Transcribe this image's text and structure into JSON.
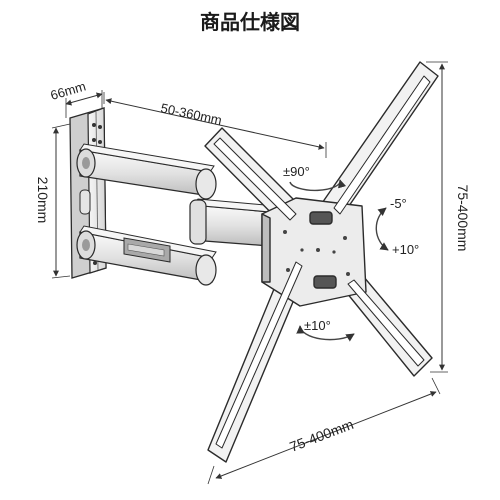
{
  "title": "商品仕様図",
  "dimensions": {
    "wall_plate_depth": "66mm",
    "wall_plate_height": "210mm",
    "arm_extension": "50-360mm",
    "vesa_vertical": "75-400mm",
    "vesa_horizontal": "75-400mm"
  },
  "adjustments": {
    "swivel": "±90°",
    "tilt_down": "-5°",
    "tilt_up": "+10°",
    "rotation": "±10°"
  },
  "colors": {
    "line": "#2b2b2b",
    "metal_light": "#f4f4f4",
    "metal_mid": "#cfcfcf",
    "metal_dark": "#7a7a7a"
  }
}
